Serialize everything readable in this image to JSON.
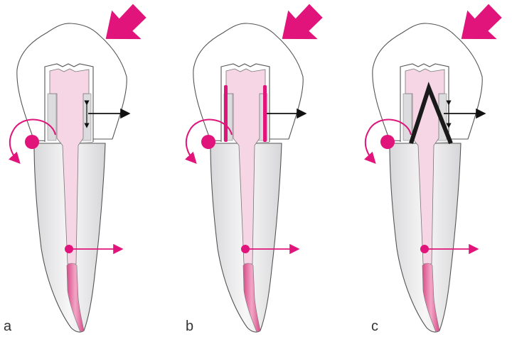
{
  "panels": [
    {
      "label": "a",
      "variant": "plain"
    },
    {
      "label": "b",
      "variant": "bonded-bars"
    },
    {
      "label": "c",
      "variant": "v-fiber"
    }
  ],
  "colors": {
    "accent": "#e0147a",
    "pulp": "#f6d6e4",
    "gutta": "#e06a9c",
    "dentin": "#e4e4e6",
    "outline": "#555555"
  }
}
